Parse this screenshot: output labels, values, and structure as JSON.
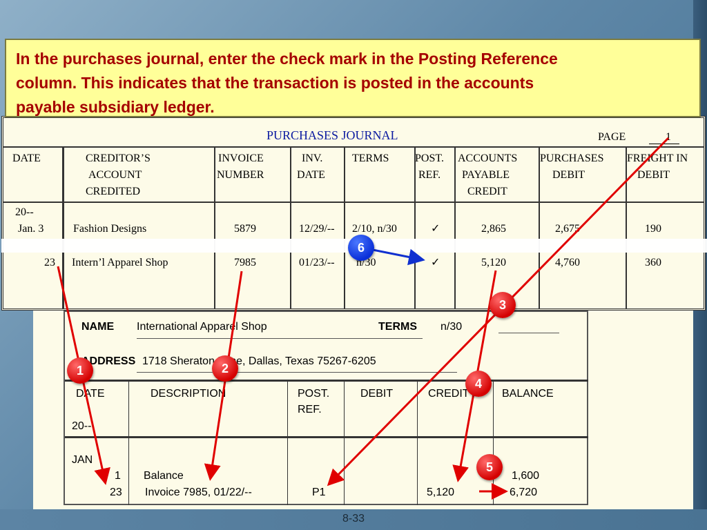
{
  "callout": {
    "lines": [
      "In the purchases journal, enter the check mark in the Posting Reference",
      "column. This indicates that the transaction is posted in the accounts",
      "payable subsidiary ledger."
    ]
  },
  "journal": {
    "title": "PURCHASES JOURNAL",
    "page_label": "PAGE",
    "page_value": "1",
    "headers": {
      "date": "DATE",
      "creditor_1": "CREDITOR’S",
      "creditor_2": "ACCOUNT",
      "creditor_3": "CREDITED",
      "invoice_1": "INVOICE",
      "invoice_2": "NUMBER",
      "invdate_1": "INV.",
      "invdate_2": "DATE",
      "terms": "TERMS",
      "post_1": "POST.",
      "post_2": "REF.",
      "ap_1": "ACCOUNTS",
      "ap_2": "PAYABLE",
      "ap_3": "CREDIT",
      "purch_1": "PURCHASES",
      "purch_2": "DEBIT",
      "freight_1": "FREIGHT IN",
      "freight_2": "DEBIT"
    },
    "year": "20--",
    "rows": [
      {
        "date": "Jan.   3",
        "creditor": "Fashion Designs",
        "invoice": "5879",
        "inv_date": "12/29/--",
        "terms": "2/10, n/30",
        "post_ref": "✓",
        "ap_credit": "2,865",
        "purchases": "2,675",
        "freight": "190"
      },
      {
        "date": "23",
        "creditor": "Intern’l Apparel Shop",
        "invoice": "7985",
        "inv_date": "01/23/--",
        "terms": "n/30",
        "post_ref": "✓",
        "ap_credit": "5,120",
        "purchases": "4,760",
        "freight": "360"
      }
    ]
  },
  "ledger": {
    "name_label": "NAME",
    "name_value": "International Apparel Shop",
    "terms_label": "TERMS",
    "terms_value": "n/30",
    "address_label": "ADDRESS",
    "address_value": "1718 Sheraton Lane, Dallas, Texas 75267-6205",
    "headers": {
      "date": "DATE",
      "description": "DESCRIPTION",
      "post_1": "POST.",
      "post_2": "REF.",
      "debit": "DEBIT",
      "credit": "CREDIT",
      "balance": "BALANCE"
    },
    "year": "20--",
    "month": "JAN",
    "rows": [
      {
        "day": "1",
        "description": "Balance",
        "post_ref": "",
        "debit": "",
        "credit": "",
        "balance": "1,600"
      },
      {
        "day": "23",
        "description": "Invoice 7985, 01/22/--",
        "post_ref": "P1",
        "debit": "",
        "credit": "5,120",
        "balance": "6,720"
      }
    ]
  },
  "badges": [
    "1",
    "2",
    "3",
    "4",
    "5",
    "6"
  ],
  "footer": {
    "page_number": "8-33"
  },
  "colors": {
    "arrow_red": "#e00000",
    "arrow_blue": "#1030d0",
    "callout_text": "#a50000",
    "title_blue": "#0b1aa0"
  }
}
